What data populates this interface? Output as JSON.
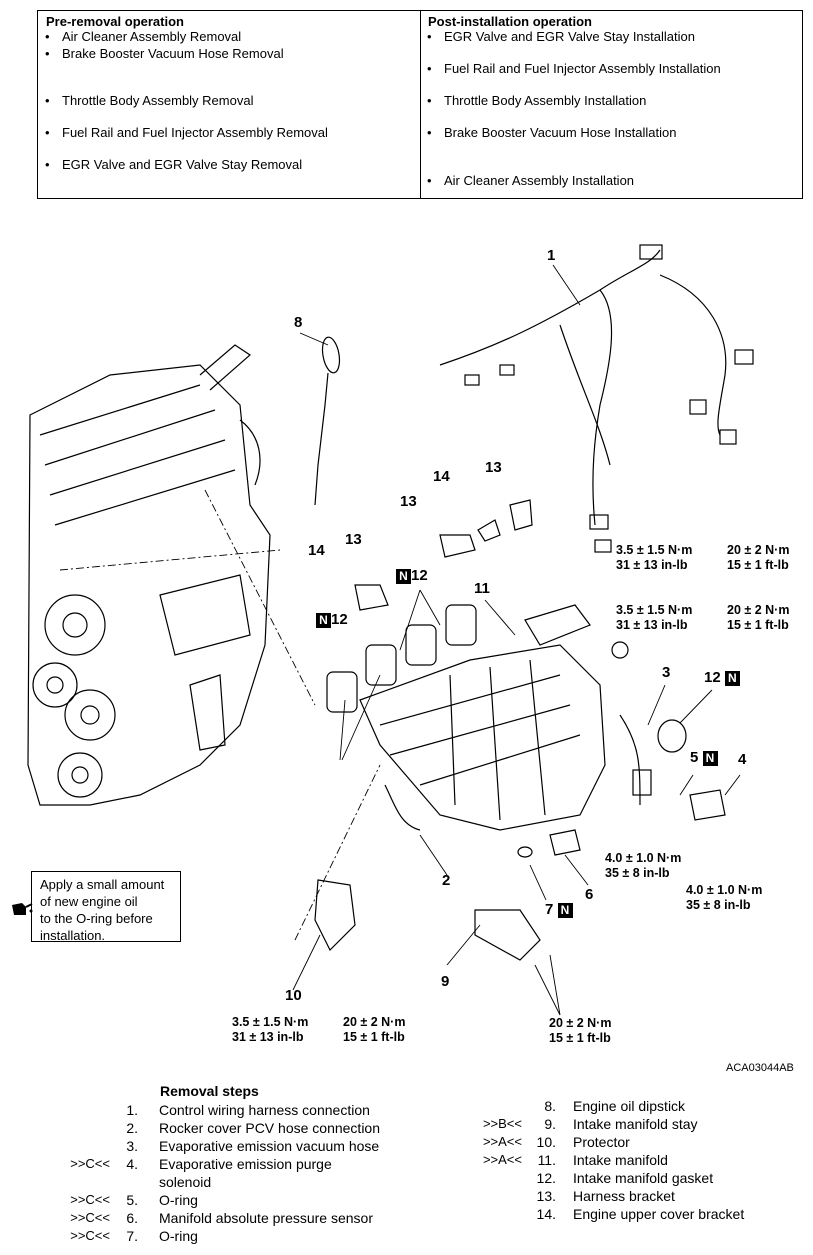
{
  "operations": {
    "pre_heading": "Pre-removal operation",
    "pre_items": [
      "Air Cleaner Assembly Removal",
      "Brake Booster Vacuum Hose Removal",
      "Throttle Body Assembly Removal",
      "Fuel Rail and Fuel Injector Assembly Removal",
      "EGR Valve and EGR Valve Stay Removal"
    ],
    "post_heading": "Post-installation operation",
    "post_items": [
      "EGR Valve and EGR Valve Stay Installation",
      "Fuel Rail and Fuel Injector Assembly Installation",
      "Throttle Body Assembly Installation",
      "Brake Booster Vacuum Hose Installation",
      "Air Cleaner Assembly Installation"
    ]
  },
  "diagram": {
    "callouts": [
      "1",
      "2",
      "3",
      "4",
      "5",
      "6",
      "7",
      "8",
      "9",
      "10",
      "11",
      "12",
      "13",
      "14"
    ],
    "n_badge": "N",
    "torque": {
      "t1a": "3.5 ± 1.5 N·m",
      "t1b": "31 ± 13 in-lb",
      "t2a": "20 ± 2 N·m",
      "t2b": "15 ± 1 ft-lb",
      "t3a": "4.0 ± 1.0 N·m",
      "t3b": "35 ± 8 in-lb"
    },
    "note": [
      "Apply a small amount",
      "of new engine oil",
      "to the O-ring before",
      "installation."
    ],
    "figure_code": "ACA03044AB"
  },
  "removal_steps": {
    "heading": "Removal steps",
    "left": [
      {
        "mark": "",
        "num": "1.",
        "text": "Control wiring harness connection"
      },
      {
        "mark": "",
        "num": "2.",
        "text": "Rocker cover PCV hose connection"
      },
      {
        "mark": "",
        "num": "3.",
        "text": "Evaporative emission vacuum hose"
      },
      {
        "mark": ">>C<<",
        "num": "4.",
        "text": "Evaporative emission purge"
      },
      {
        "mark": "",
        "num": "",
        "text": "solenoid"
      },
      {
        "mark": ">>C<<",
        "num": "5.",
        "text": "O-ring"
      },
      {
        "mark": ">>C<<",
        "num": "6.",
        "text": "Manifold absolute pressure sensor"
      },
      {
        "mark": ">>C<<",
        "num": "7.",
        "text": "O-ring"
      }
    ],
    "right": [
      {
        "mark": "",
        "num": "8.",
        "text": "Engine oil dipstick"
      },
      {
        "mark": ">>B<<",
        "num": "9.",
        "text": "Intake manifold stay"
      },
      {
        "mark": ">>A<<",
        "num": "10.",
        "text": "Protector"
      },
      {
        "mark": ">>A<<",
        "num": "11.",
        "text": "Intake manifold"
      },
      {
        "mark": "",
        "num": "12.",
        "text": "Intake manifold gasket"
      },
      {
        "mark": "",
        "num": "13.",
        "text": "Harness bracket"
      },
      {
        "mark": "",
        "num": "14.",
        "text": "Engine upper cover bracket"
      }
    ]
  }
}
